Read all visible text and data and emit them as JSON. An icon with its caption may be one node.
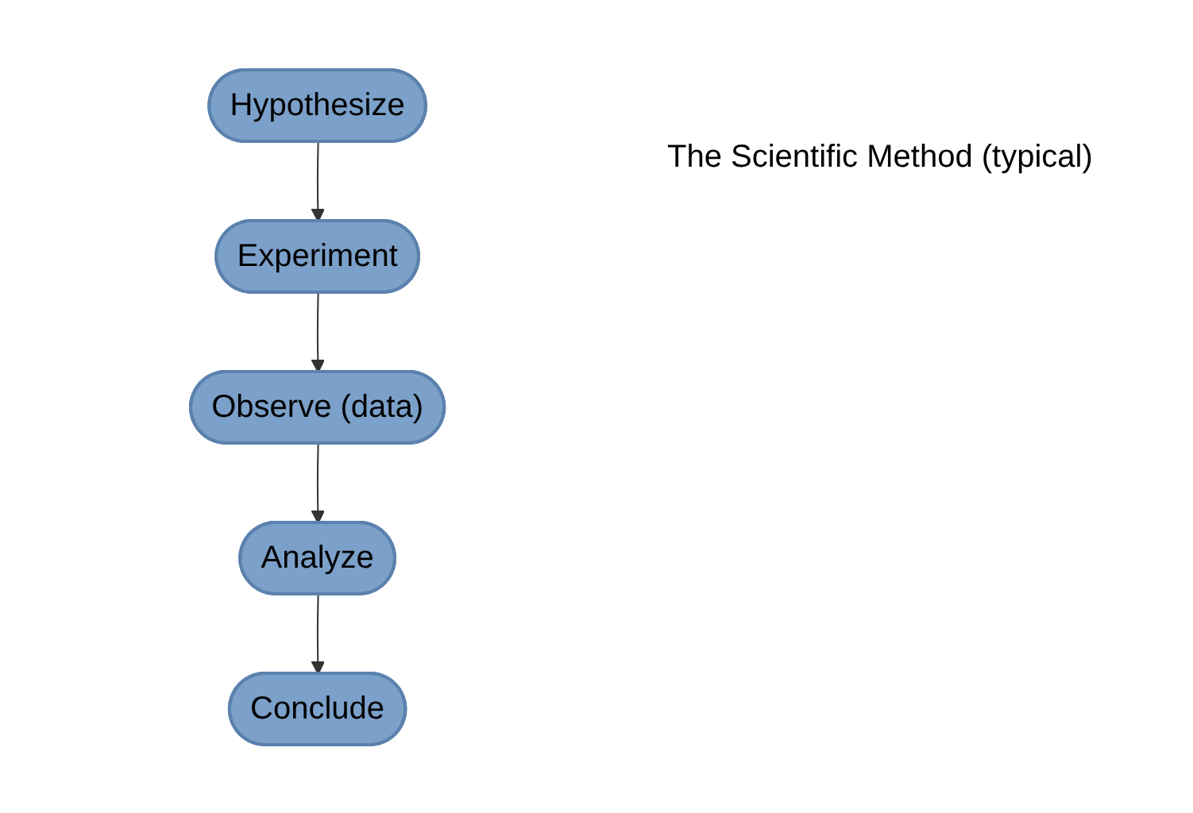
{
  "diagram": {
    "title": "The Scientific Method (typical)",
    "nodes": [
      {
        "text": [
          "Hypothesize"
        ]
      },
      {
        "text": [
          "Experiment"
        ]
      },
      {
        "text": [
          "Observe (data)"
        ]
      },
      {
        "text": [
          "Analyze"
        ]
      },
      {
        "text": [
          "Conclude"
        ]
      }
    ],
    "edges": [
      {
        "from": 0,
        "to": 1,
        "arrow": "to"
      },
      {
        "from": 1,
        "to": 2,
        "arrow": "to"
      },
      {
        "from": 2,
        "to": 3,
        "arrow": "to"
      },
      {
        "from": 3,
        "to": 4,
        "arrow": "to"
      }
    ]
  }
}
